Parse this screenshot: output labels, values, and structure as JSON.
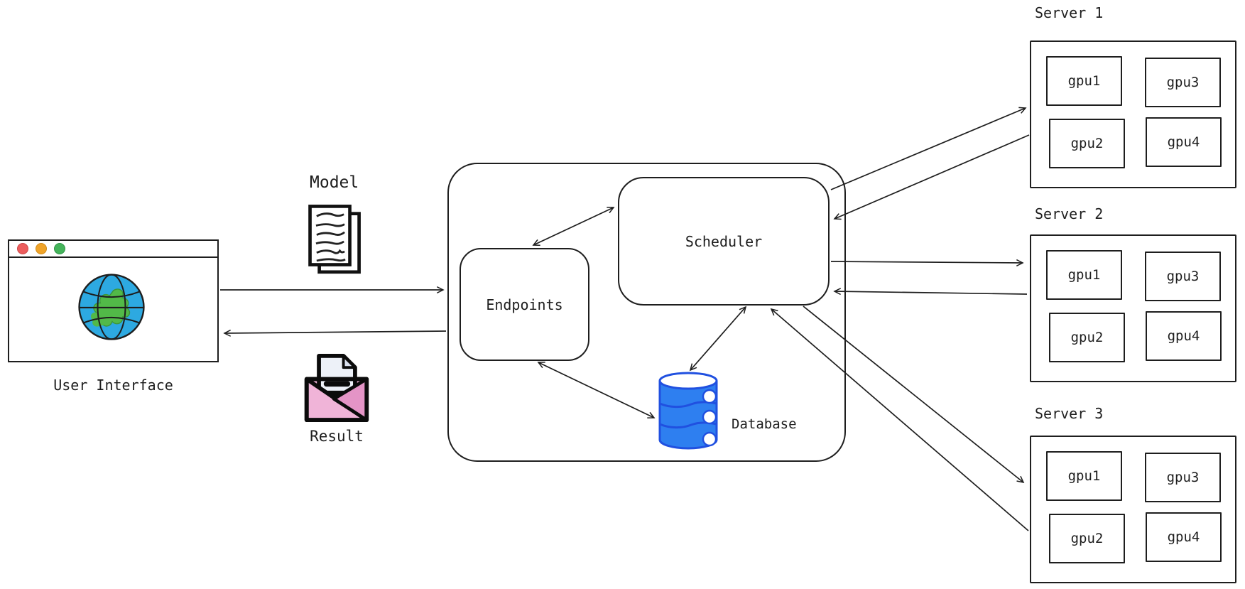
{
  "nodes": {
    "user_interface": {
      "label": "User Interface",
      "icon": "browser-window-globe-icon"
    },
    "model": {
      "label": "Model",
      "icon": "document-stack-icon"
    },
    "result": {
      "label": "Result",
      "icon": "envelope-document-icon"
    },
    "platform": {
      "endpoints": {
        "label": "Endpoints"
      },
      "scheduler": {
        "label": "Scheduler"
      },
      "database": {
        "label": "Database",
        "icon": "database-cylinder-icon"
      }
    },
    "servers": [
      {
        "label": "Server 1",
        "gpus": [
          "gpu1",
          "gpu2",
          "gpu3",
          "gpu4"
        ]
      },
      {
        "label": "Server 2",
        "gpus": [
          "gpu1",
          "gpu2",
          "gpu3",
          "gpu4"
        ]
      },
      {
        "label": "Server 3",
        "gpus": [
          "gpu1",
          "gpu2",
          "gpu3",
          "gpu4"
        ]
      }
    ]
  },
  "edges": [
    {
      "from": "user-interface",
      "to": "platform",
      "direction": "one-way"
    },
    {
      "from": "platform",
      "to": "user-interface",
      "direction": "one-way"
    },
    {
      "from": "endpoints",
      "to": "scheduler",
      "direction": "two-way"
    },
    {
      "from": "endpoints",
      "to": "database",
      "direction": "two-way"
    },
    {
      "from": "scheduler",
      "to": "database",
      "direction": "two-way"
    },
    {
      "from": "scheduler",
      "to": "server-1",
      "direction": "one-way"
    },
    {
      "from": "server-1",
      "to": "scheduler",
      "direction": "one-way"
    },
    {
      "from": "scheduler",
      "to": "server-2",
      "direction": "one-way"
    },
    {
      "from": "server-2",
      "to": "scheduler",
      "direction": "one-way"
    },
    {
      "from": "scheduler",
      "to": "server-3",
      "direction": "one-way"
    },
    {
      "from": "server-3",
      "to": "scheduler",
      "direction": "one-way"
    }
  ],
  "colors": {
    "stroke": "#1e1e1e",
    "globe_blue": "#2da9e1",
    "globe_green": "#52b948",
    "database_fill": "#2e7ff0",
    "database_stroke": "#2050e0",
    "envelope_light_pink": "#f0b4d8",
    "envelope_dark_pink": "#e494c6",
    "traffic_red": "#ec5d5d",
    "traffic_yellow": "#f0a42a",
    "traffic_green": "#45b45b"
  }
}
